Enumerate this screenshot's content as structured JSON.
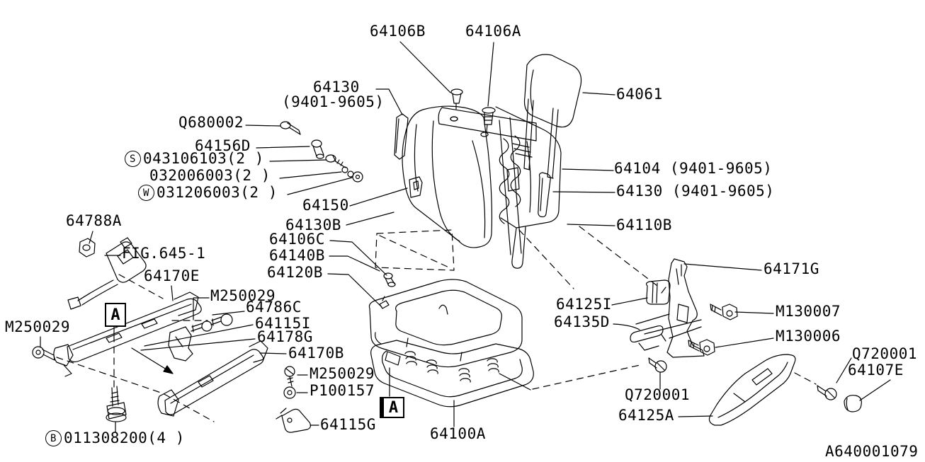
{
  "diagram": {
    "background": "#ffffff",
    "line_color": "#000000",
    "drawing_number": "A640001079",
    "figure_reference": "FIG.645-1",
    "callouts": [
      {
        "letter": "A"
      },
      {
        "letter": "A"
      }
    ],
    "labels": [
      {
        "text": "64106B"
      },
      {
        "text": "64106A"
      },
      {
        "text": "64130"
      },
      {
        "text": "(9401-9605)"
      },
      {
        "text": "Q680002"
      },
      {
        "text": "64156D"
      },
      {
        "prefix": "S",
        "text": "043106103(2 )"
      },
      {
        "text": "032006003(2 )"
      },
      {
        "prefix": "W",
        "text": "031206003(2 )"
      },
      {
        "text": "64150"
      },
      {
        "text": "64130B"
      },
      {
        "text": "64106C"
      },
      {
        "text": "64140B"
      },
      {
        "text": "64120B"
      },
      {
        "text": "64788A"
      },
      {
        "text": "FIG.645-1"
      },
      {
        "text": "64170E"
      },
      {
        "text": "M250029"
      },
      {
        "text": "64786C"
      },
      {
        "text": "64115I"
      },
      {
        "text": "64178G"
      },
      {
        "text": "64170B"
      },
      {
        "text": "M250029"
      },
      {
        "text": "M250029"
      },
      {
        "text": "P100157"
      },
      {
        "text": "64115G"
      },
      {
        "prefix": "B",
        "text": "011308200(4 )"
      },
      {
        "text": "64061"
      },
      {
        "text": "64104 (9401-9605)"
      },
      {
        "text": "64130 (9401-9605)"
      },
      {
        "text": "64110B"
      },
      {
        "text": "64171G"
      },
      {
        "text": "64125I"
      },
      {
        "text": "64135D"
      },
      {
        "text": "M130007"
      },
      {
        "text": "M130006"
      },
      {
        "text": "Q720001"
      },
      {
        "text": "64107E"
      },
      {
        "text": "Q720001"
      },
      {
        "text": "64125A"
      },
      {
        "text": "64100A"
      },
      {
        "text": "A640001079"
      }
    ]
  }
}
